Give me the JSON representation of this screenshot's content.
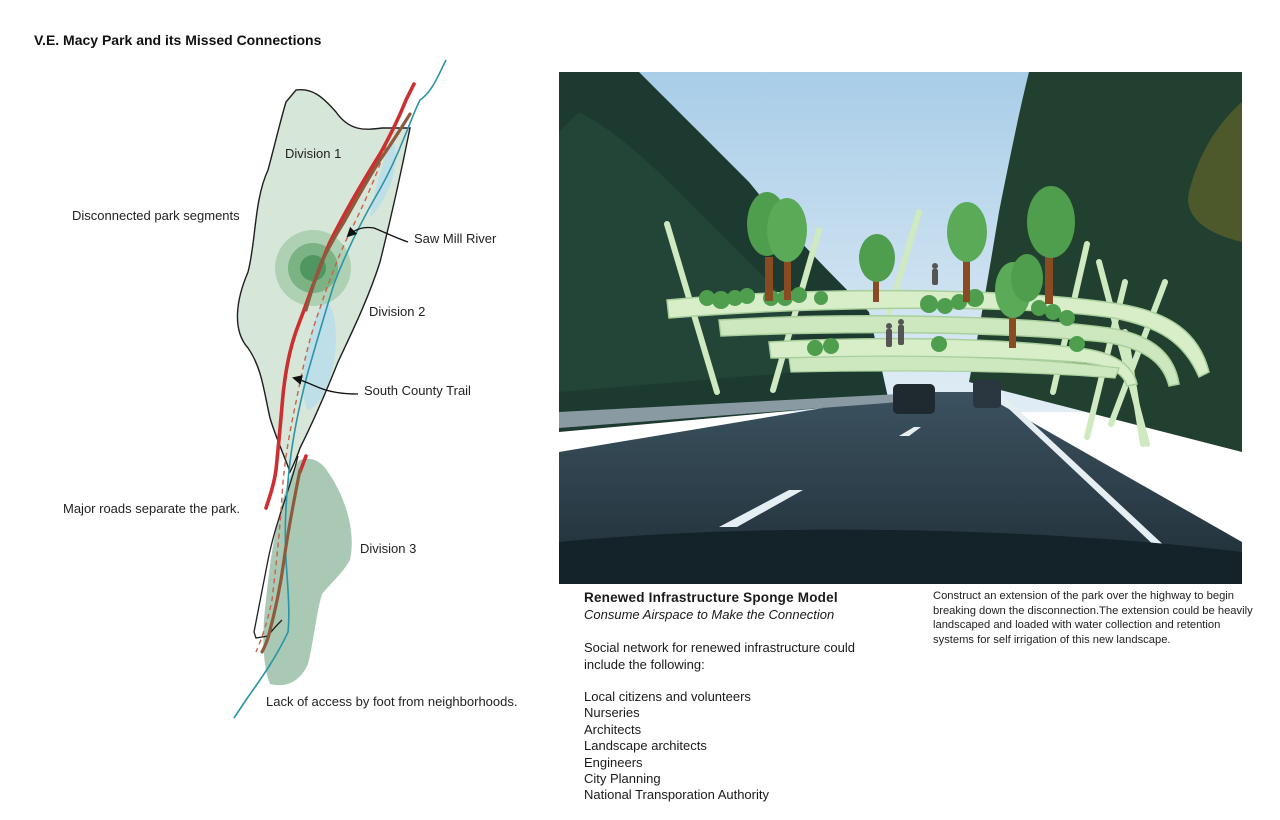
{
  "title": "V.E. Macy Park and its Missed Connections",
  "map": {
    "labels": {
      "division_1": "Division 1",
      "division_2": "Division 2",
      "division_3": "Division 3",
      "disconnected": "Disconnected park segments",
      "saw_mill_river": "Saw Mill River",
      "south_county_trail": "South County Trail",
      "major_roads": "Major roads separate the park.",
      "lack_of_access": "Lack of access by foot from neighborhoods."
    },
    "colors": {
      "park_fill": "#d6e6d8",
      "division3_fill": "#a9c9b4",
      "river": "#2a94a8",
      "water_fill": "#bfdfe8",
      "road_red": "#cc2f2f",
      "road_brown": "#8e5a3e",
      "boundary": "#1f1f1f",
      "node_green": "#5b9e67"
    }
  },
  "photo": {
    "scene": "highway-park-overpass-rendering",
    "colors": {
      "sky": "#c9dff0",
      "foliage": "#1c3a30",
      "road": "#2b3d47",
      "deck": "#d7eec9",
      "tree_canopy": "#4e9e4e",
      "trunk": "#8a4a22"
    }
  },
  "text": {
    "sponge_title": "Renewed Infrastructure Sponge Model",
    "sponge_subtitle": "Consume Airspace to Make the Connection",
    "network_intro": "Social network for renewed infrastructure could include the following:",
    "network_items": [
      "Local citizens and volunteers",
      "Nurseries",
      "Architects",
      "Landscape architects",
      "Engineers",
      "City Planning",
      "National Transporation Authority"
    ],
    "side_note": "Construct an extension of the park over the highway to begin breaking down the disconnection.The extension could be heavily landscaped and loaded with water collection and retention systems for self irrigation of this new landscape."
  }
}
